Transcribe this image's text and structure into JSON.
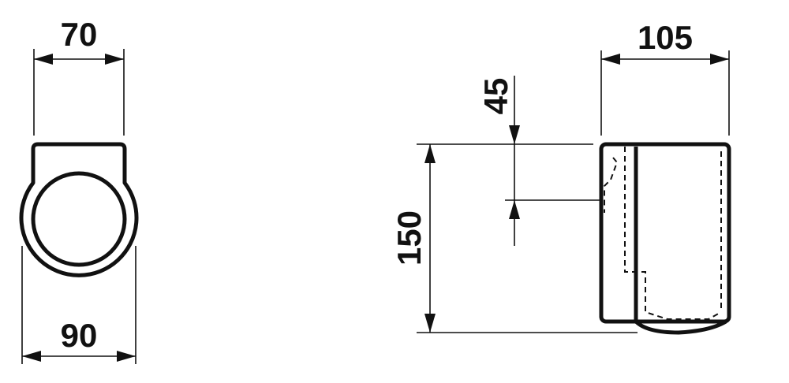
{
  "dimensions": {
    "top_left": "70",
    "bottom_left": "90",
    "top_right": "105",
    "vertical_small": "45",
    "vertical_large": "150"
  },
  "colors": {
    "line": "#111111",
    "background": "#ffffff"
  }
}
